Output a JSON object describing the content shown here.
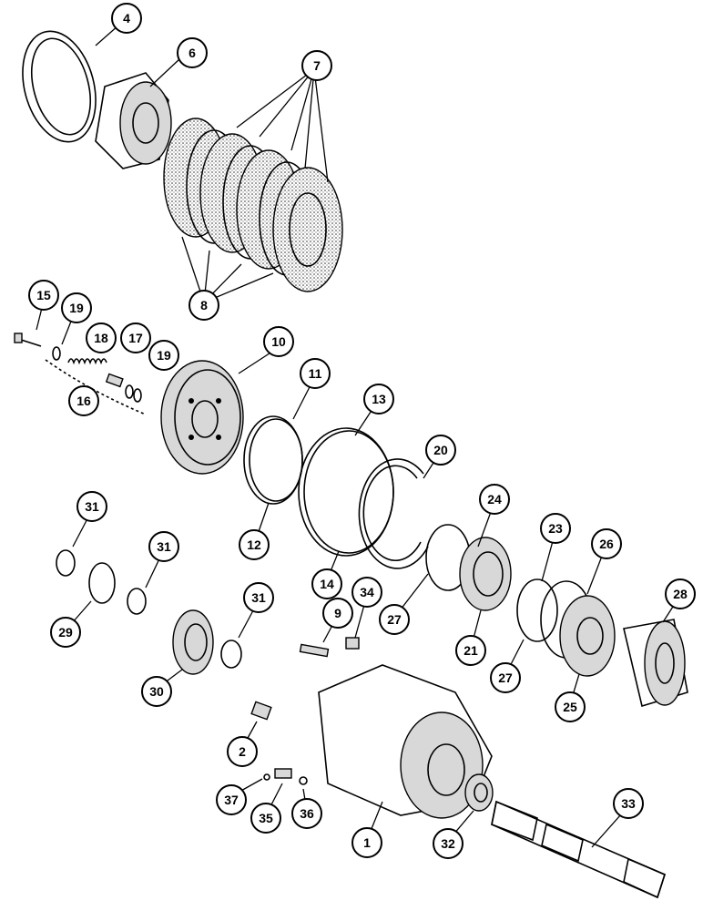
{
  "diagram": {
    "callouts": [
      {
        "id": "c4",
        "label": "4"
      },
      {
        "id": "c6",
        "label": "6"
      },
      {
        "id": "c7",
        "label": "7"
      },
      {
        "id": "c8",
        "label": "8"
      },
      {
        "id": "c15",
        "label": "15"
      },
      {
        "id": "c19a",
        "label": "19"
      },
      {
        "id": "c18",
        "label": "18"
      },
      {
        "id": "c17",
        "label": "17"
      },
      {
        "id": "c19b",
        "label": "19"
      },
      {
        "id": "c16",
        "label": "16"
      },
      {
        "id": "c10",
        "label": "10"
      },
      {
        "id": "c11",
        "label": "11"
      },
      {
        "id": "c13",
        "label": "13"
      },
      {
        "id": "c20",
        "label": "20"
      },
      {
        "id": "c12",
        "label": "12"
      },
      {
        "id": "c14",
        "label": "14"
      },
      {
        "id": "c24",
        "label": "24"
      },
      {
        "id": "c23",
        "label": "23"
      },
      {
        "id": "c26",
        "label": "26"
      },
      {
        "id": "c28",
        "label": "28"
      },
      {
        "id": "c27a",
        "label": "27"
      },
      {
        "id": "c21",
        "label": "21"
      },
      {
        "id": "c27b",
        "label": "27"
      },
      {
        "id": "c25",
        "label": "25"
      },
      {
        "id": "c31a",
        "label": "31"
      },
      {
        "id": "c31b",
        "label": "31"
      },
      {
        "id": "c29",
        "label": "29"
      },
      {
        "id": "c31c",
        "label": "31"
      },
      {
        "id": "c9",
        "label": "9"
      },
      {
        "id": "c34",
        "label": "34"
      },
      {
        "id": "c30",
        "label": "30"
      },
      {
        "id": "c2",
        "label": "2"
      },
      {
        "id": "c37",
        "label": "37"
      },
      {
        "id": "c35",
        "label": "35"
      },
      {
        "id": "c36",
        "label": "36"
      },
      {
        "id": "c1",
        "label": "1"
      },
      {
        "id": "c32",
        "label": "32"
      },
      {
        "id": "c33",
        "label": "33"
      }
    ]
  }
}
